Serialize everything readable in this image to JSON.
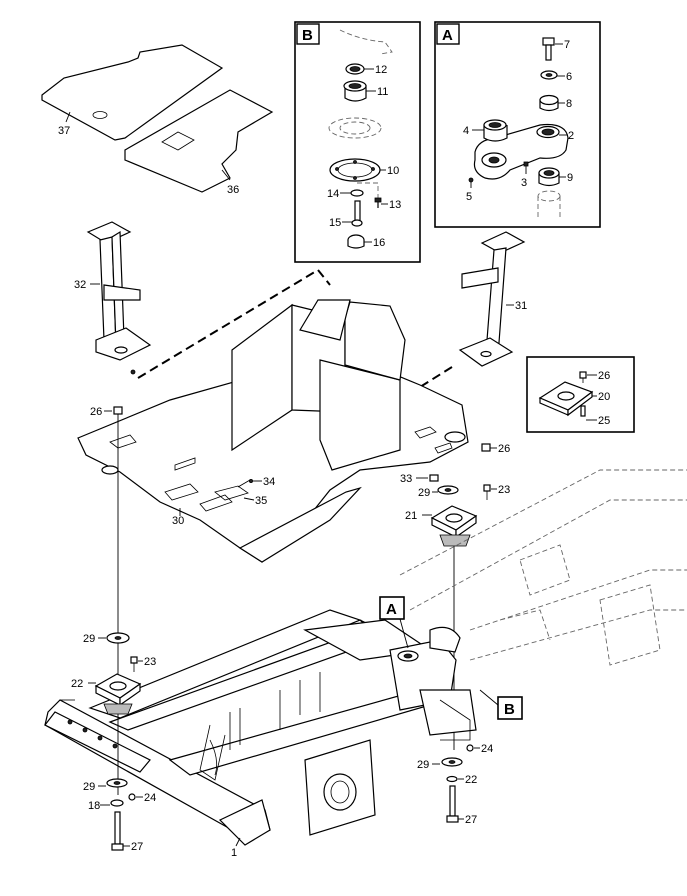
{
  "detail_boxes": {
    "A": {
      "letter": "A",
      "callouts": [
        "7",
        "6",
        "8",
        "4",
        "2",
        "3",
        "9",
        "5"
      ]
    },
    "B": {
      "letter": "B",
      "callouts": [
        "12",
        "11",
        "10",
        "14",
        "13",
        "15",
        "16"
      ]
    },
    "mount_detail": {
      "callouts": [
        "26",
        "20",
        "25"
      ]
    }
  },
  "main_callouts": [
    "37",
    "36",
    "32",
    "31",
    "26",
    "26",
    "33",
    "29",
    "23",
    "34",
    "35",
    "30",
    "21",
    "29",
    "23",
    "22",
    "29",
    "18",
    "24",
    "27",
    "1",
    "24",
    "29",
    "22",
    "27"
  ],
  "view_markers": [
    "A",
    "B"
  ]
}
